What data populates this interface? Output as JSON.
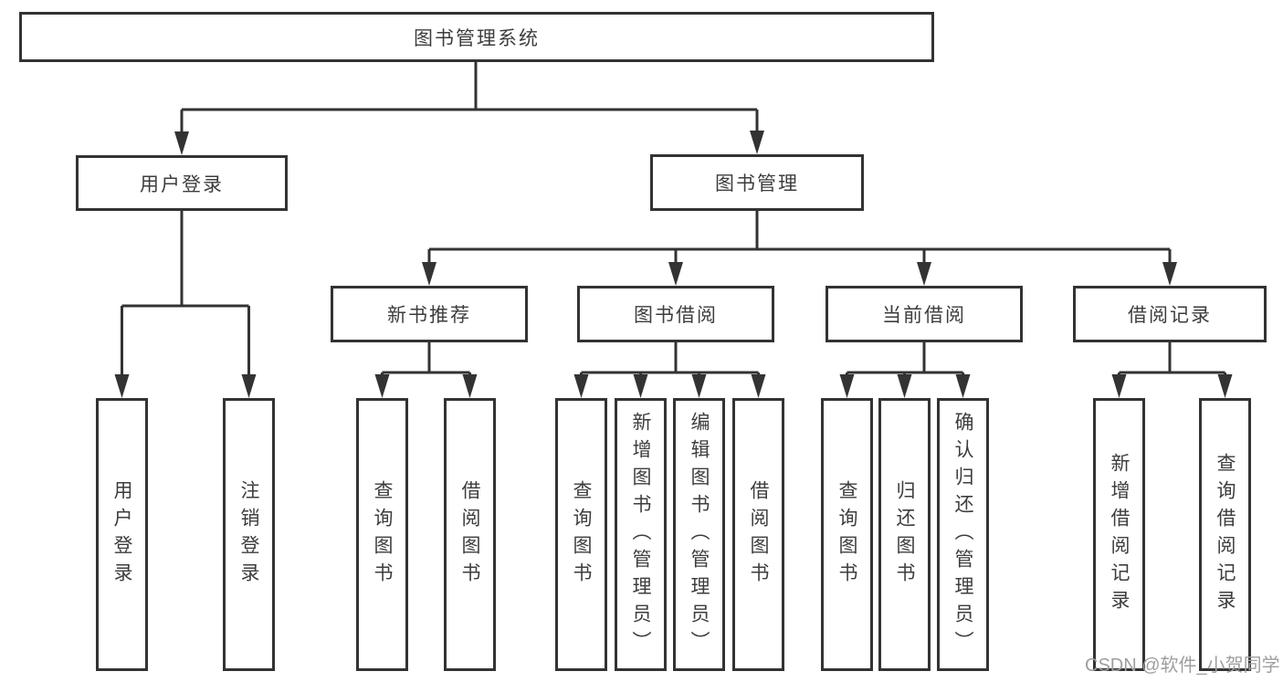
{
  "diagram": {
    "title": "图书管理系统",
    "watermark": "CSDN @软件_小贺同学",
    "colors": {
      "border": "#333333",
      "text": "#3d3d3d",
      "watermark": "#9e9e9e",
      "background": "#ffffff"
    },
    "tree": {
      "root": "图书管理系统",
      "children": [
        {
          "label": "用户登录",
          "children": [
            {
              "label": "用户登录"
            },
            {
              "label": "注销登录"
            }
          ]
        },
        {
          "label": "图书管理",
          "children": [
            {
              "label": "新书推荐",
              "children": [
                {
                  "label": "查询图书"
                },
                {
                  "label": "借阅图书"
                }
              ]
            },
            {
              "label": "图书借阅",
              "children": [
                {
                  "label": "查询图书"
                },
                {
                  "label": "新增图书（管理员）"
                },
                {
                  "label": "编辑图书（管理员）"
                },
                {
                  "label": "借阅图书"
                }
              ]
            },
            {
              "label": "当前借阅",
              "children": [
                {
                  "label": "查询图书"
                },
                {
                  "label": "归还图书"
                },
                {
                  "label": "确认归还（管理员）"
                }
              ]
            },
            {
              "label": "借阅记录",
              "children": [
                {
                  "label": "新增借阅记录"
                },
                {
                  "label": "查询借阅记录"
                }
              ]
            }
          ]
        }
      ]
    }
  }
}
